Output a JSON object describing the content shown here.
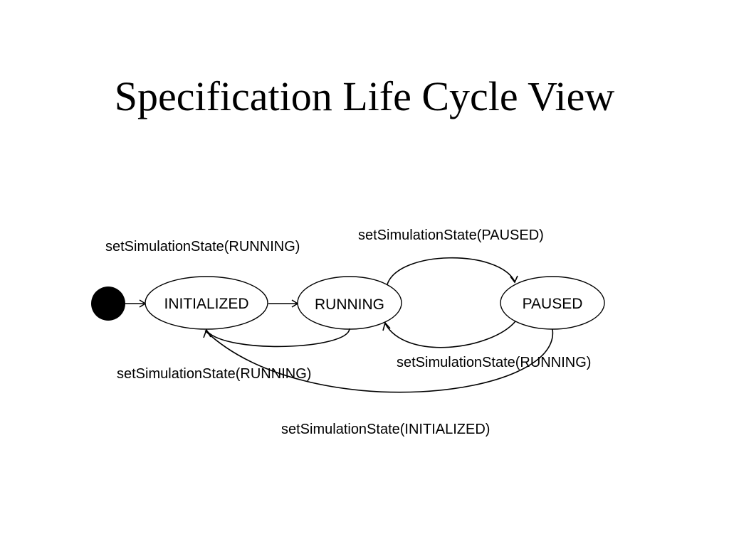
{
  "slide": {
    "title": "Specification Life Cycle View"
  },
  "states": {
    "initialized": "INITIALIZED",
    "running": "RUNNING",
    "paused": "PAUSED"
  },
  "transitions": {
    "to_running_top": "setSimulationState(RUNNING)",
    "running_to_paused": "setSimulationState(PAUSED)",
    "paused_to_running": "setSimulationState(RUNNING)",
    "running_to_initialized": "setSimulationState(RUNNING)",
    "paused_to_initialized": "setSimulationState(INITIALIZED)"
  },
  "colors": {
    "foreground": "#000000",
    "background": "#ffffff"
  }
}
